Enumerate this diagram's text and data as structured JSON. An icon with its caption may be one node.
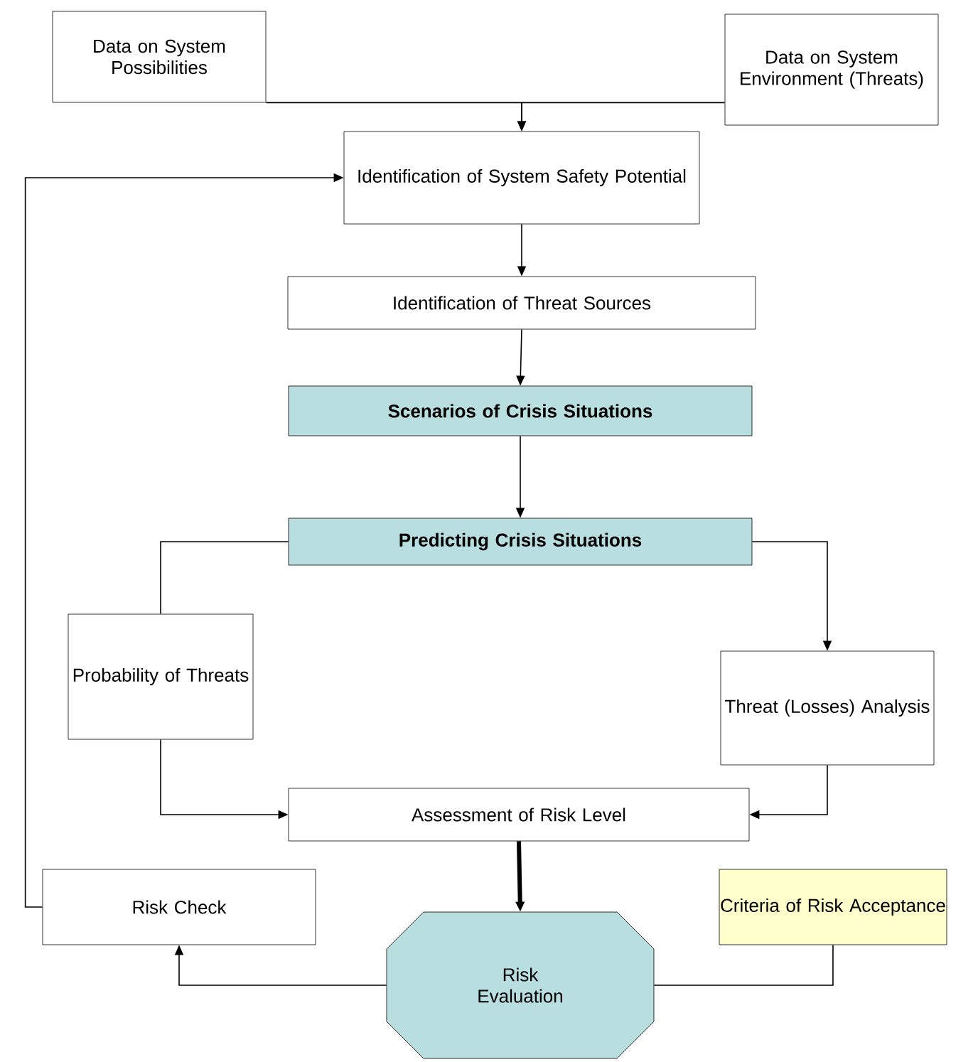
{
  "diagram": {
    "nodes": [
      {
        "text": [
          "Data on System Possibilities"
        ]
      },
      {
        "text": [
          "Data on System Environment (Threats)"
        ]
      },
      {
        "text": [
          "Identification of System Safety Potential"
        ]
      },
      {
        "text": [
          "Identification of Threat Sources"
        ]
      },
      {
        "text": [
          "Scenarios of Crisis Situations"
        ]
      },
      {
        "text": [
          "Predicting Crisis Situations"
        ]
      },
      {
        "text": [
          "Probability of Threats"
        ]
      },
      {
        "text": [
          "Threat (Losses) Analysis"
        ]
      },
      {
        "text": [
          "Assessment of Risk Level"
        ]
      },
      {
        "text": [
          "Risk Check"
        ]
      },
      {
        "text": [
          "Criteria of Risk Acceptance"
        ]
      },
      {
        "text": [
          "Risk Evaluation"
        ]
      }
    ],
    "edges": [
      {
        "from": 0,
        "to": 2,
        "arrow": "to"
      },
      {
        "from": 1,
        "to": 2,
        "arrow": "to"
      },
      {
        "from": 2,
        "to": 3,
        "arrow": "to"
      },
      {
        "from": 3,
        "to": 4,
        "arrow": "to"
      },
      {
        "from": 4,
        "to": 5,
        "arrow": "to"
      },
      {
        "from": 5,
        "to": 6,
        "arrow": "none"
      },
      {
        "from": 5,
        "to": 7,
        "arrow": "to"
      },
      {
        "from": 6,
        "to": 8,
        "arrow": "to"
      },
      {
        "from": 7,
        "to": 8,
        "arrow": "to"
      },
      {
        "from": 8,
        "to": 11,
        "arrow": "to",
        "style": "thick"
      },
      {
        "from": 10,
        "to": 11,
        "arrow": "none"
      },
      {
        "from": 11,
        "to": 9,
        "arrow": "to"
      },
      {
        "from": 9,
        "to": 2,
        "arrow": "to"
      }
    ]
  }
}
